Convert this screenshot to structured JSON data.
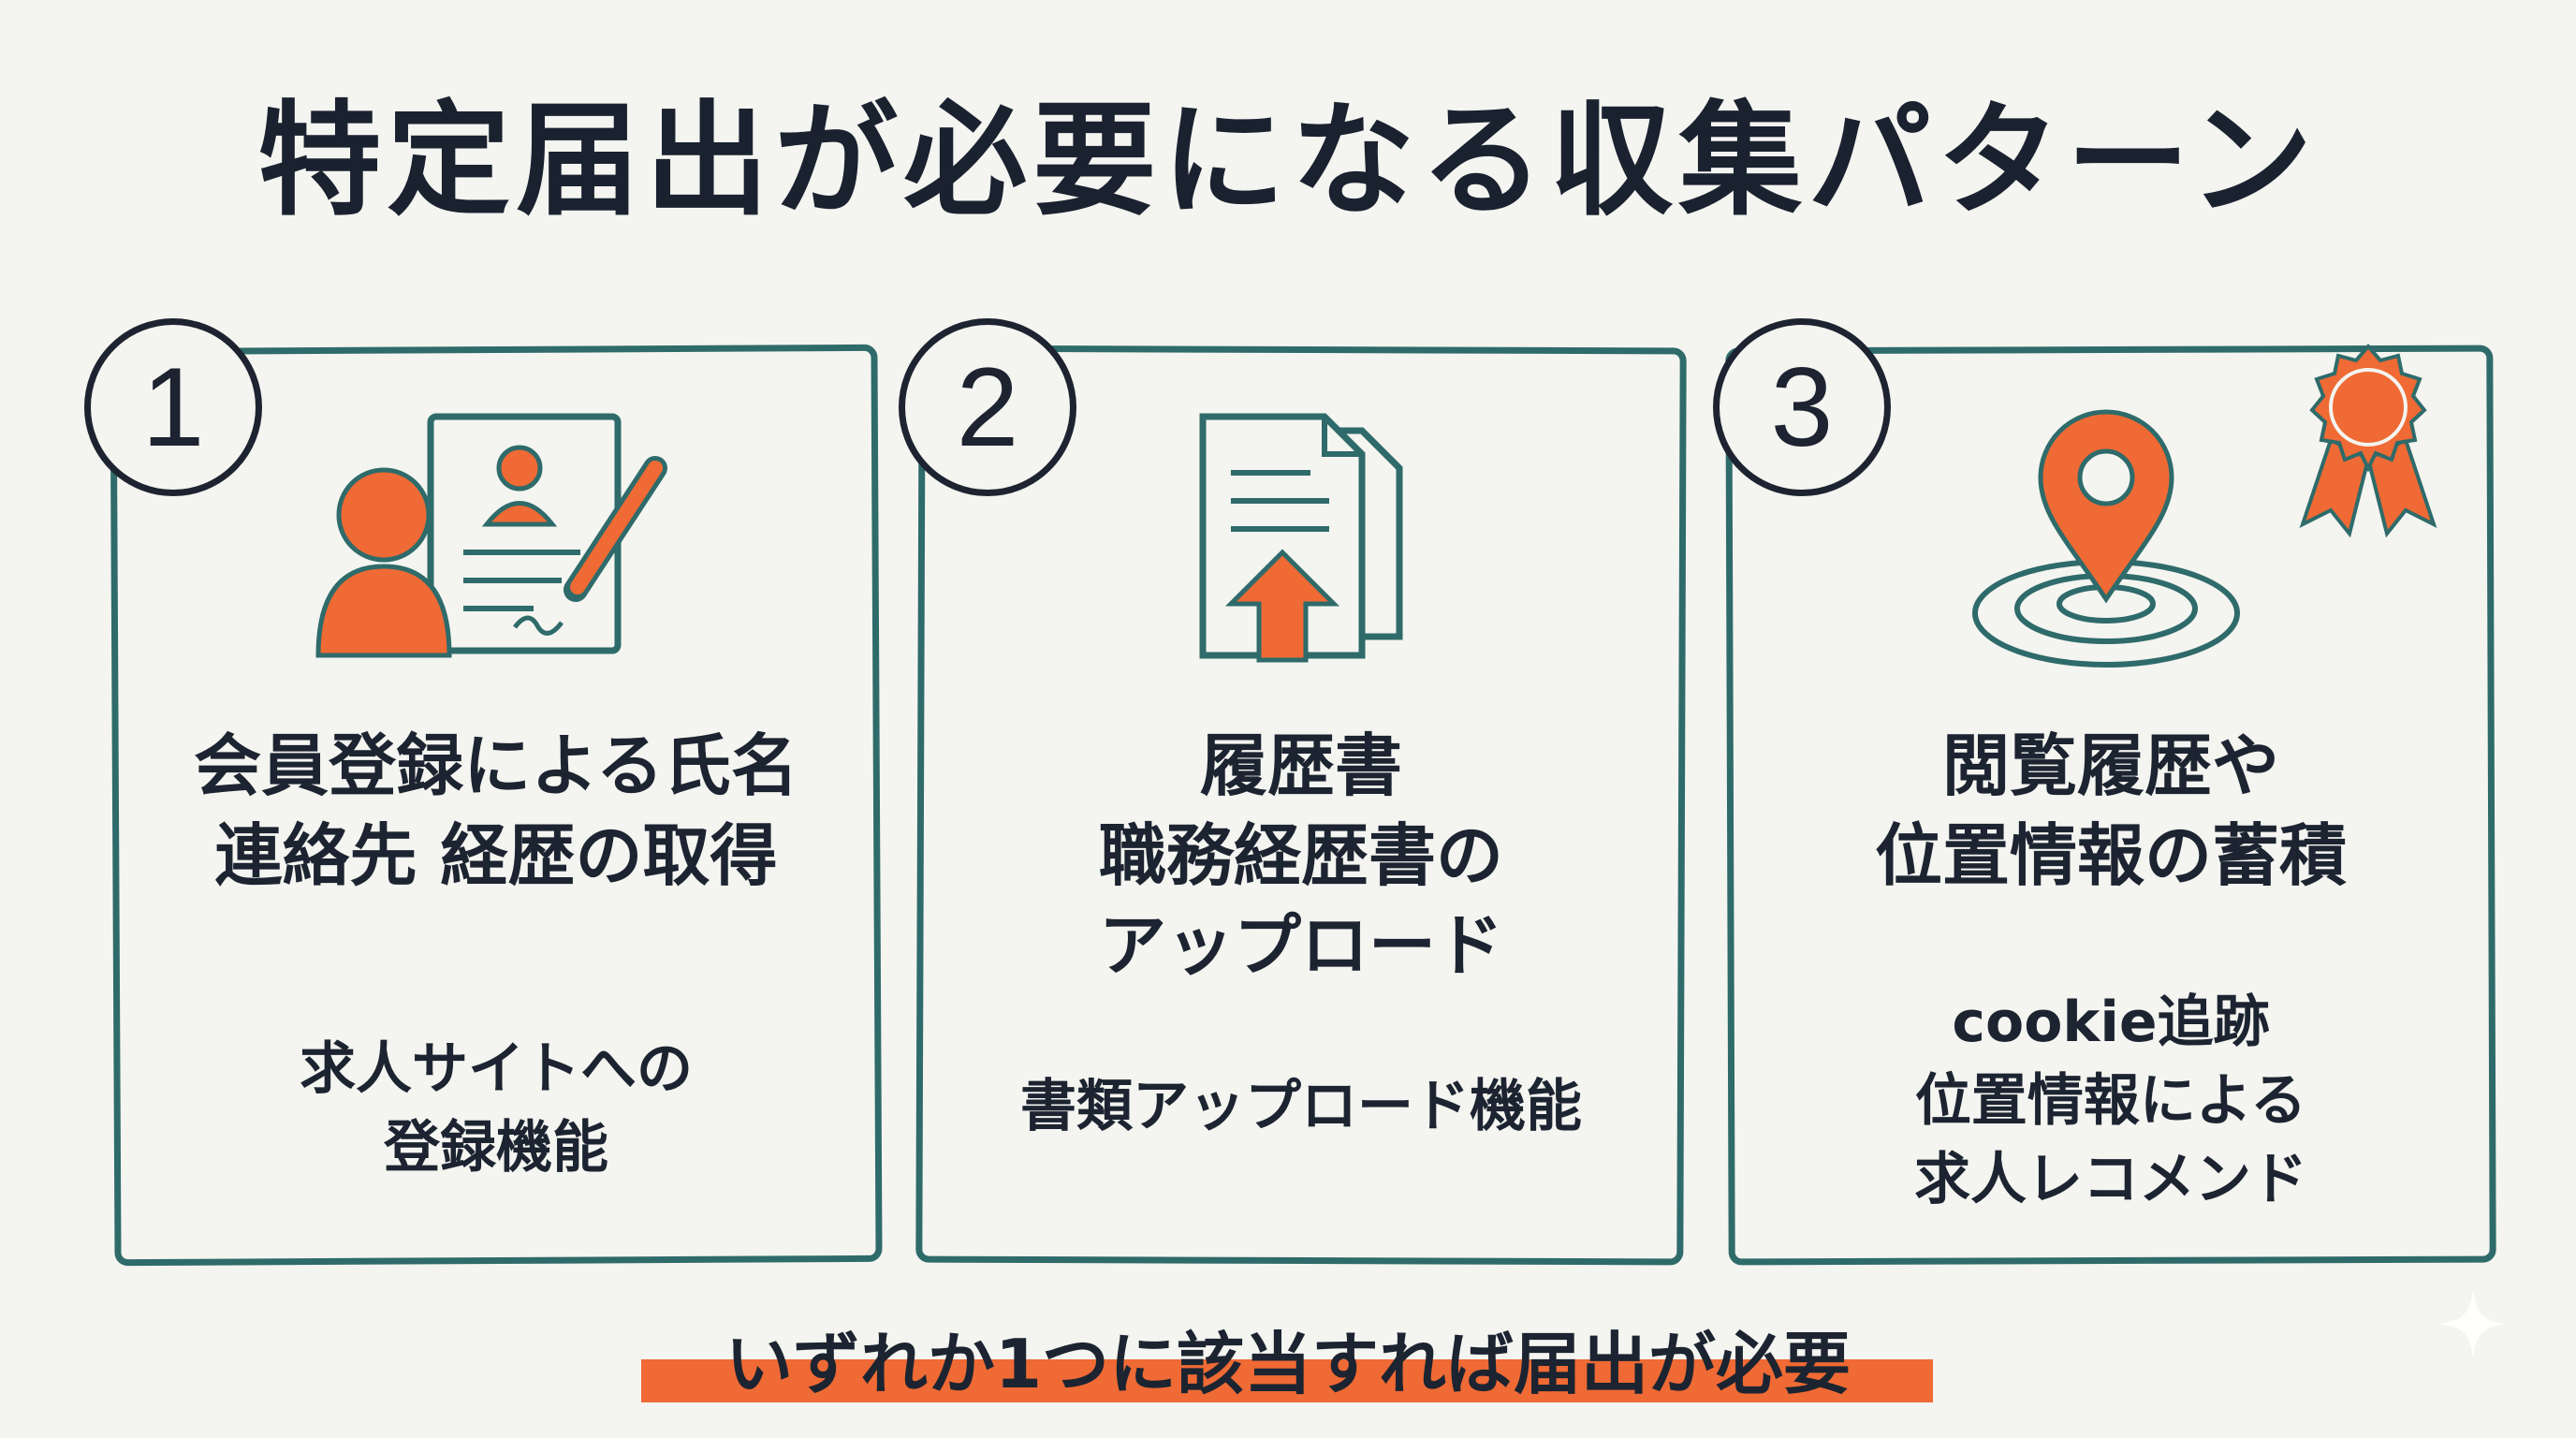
{
  "title": "特定届出が必要になる収集パターン",
  "cards": [
    {
      "number": "1",
      "heading_lines": [
        "会員登録による氏名",
        "連絡先 経歴の取得"
      ],
      "sub_lines": [
        "求人サイトへの",
        "登録機能"
      ],
      "icon": "user-registration-form-icon"
    },
    {
      "number": "2",
      "heading_lines": [
        "履歴書",
        "職務経歴書の",
        "アップロード"
      ],
      "sub_lines": [
        "書類アップロード機能"
      ],
      "icon": "document-upload-icon"
    },
    {
      "number": "3",
      "heading_lines": [
        "閲覧履歴や",
        "位置情報の蓄積"
      ],
      "sub_lines": [
        "cookie追跡",
        "位置情報による",
        "求人レコメンド"
      ],
      "icon": "location-pin-icon"
    }
  ],
  "bottom_note": "いずれか1つに該当すれば届出が必要",
  "colors": {
    "accent": "#ef6a34",
    "border": "#2e6b6a",
    "text": "#1c2431",
    "background": "#f4f4f0"
  }
}
